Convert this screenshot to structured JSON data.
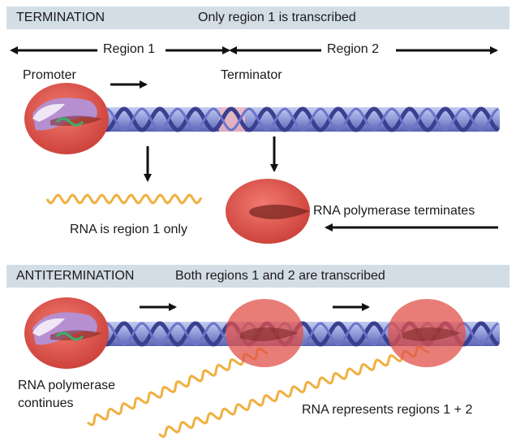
{
  "termination": {
    "title": "TERMINATION",
    "subtitle": "Only region 1 is transcribed",
    "region1_label": "Region 1",
    "region2_label": "Region 2",
    "promoter_label": "Promoter",
    "terminator_label": "Terminator",
    "rna_label": "RNA is region 1 only",
    "polymerase_label": "RNA polymerase terminates"
  },
  "antitermination": {
    "title": "ANTITERMINATION",
    "subtitle": "Both regions 1 and 2 are transcribed",
    "polymerase_label_line1": "RNA polymerase",
    "polymerase_label_line2": "continues",
    "rna_label": "RNA represents regions 1 + 2"
  },
  "colors": {
    "band": "#d3dde6",
    "polymerase": "#e0524a",
    "polymerase_dark": "#8a2a26",
    "dna_dark": "#3a3f8f",
    "dna_light": "#8f9ad8",
    "rna": "#f0b040",
    "promoter_purple": "#b58fd0"
  }
}
